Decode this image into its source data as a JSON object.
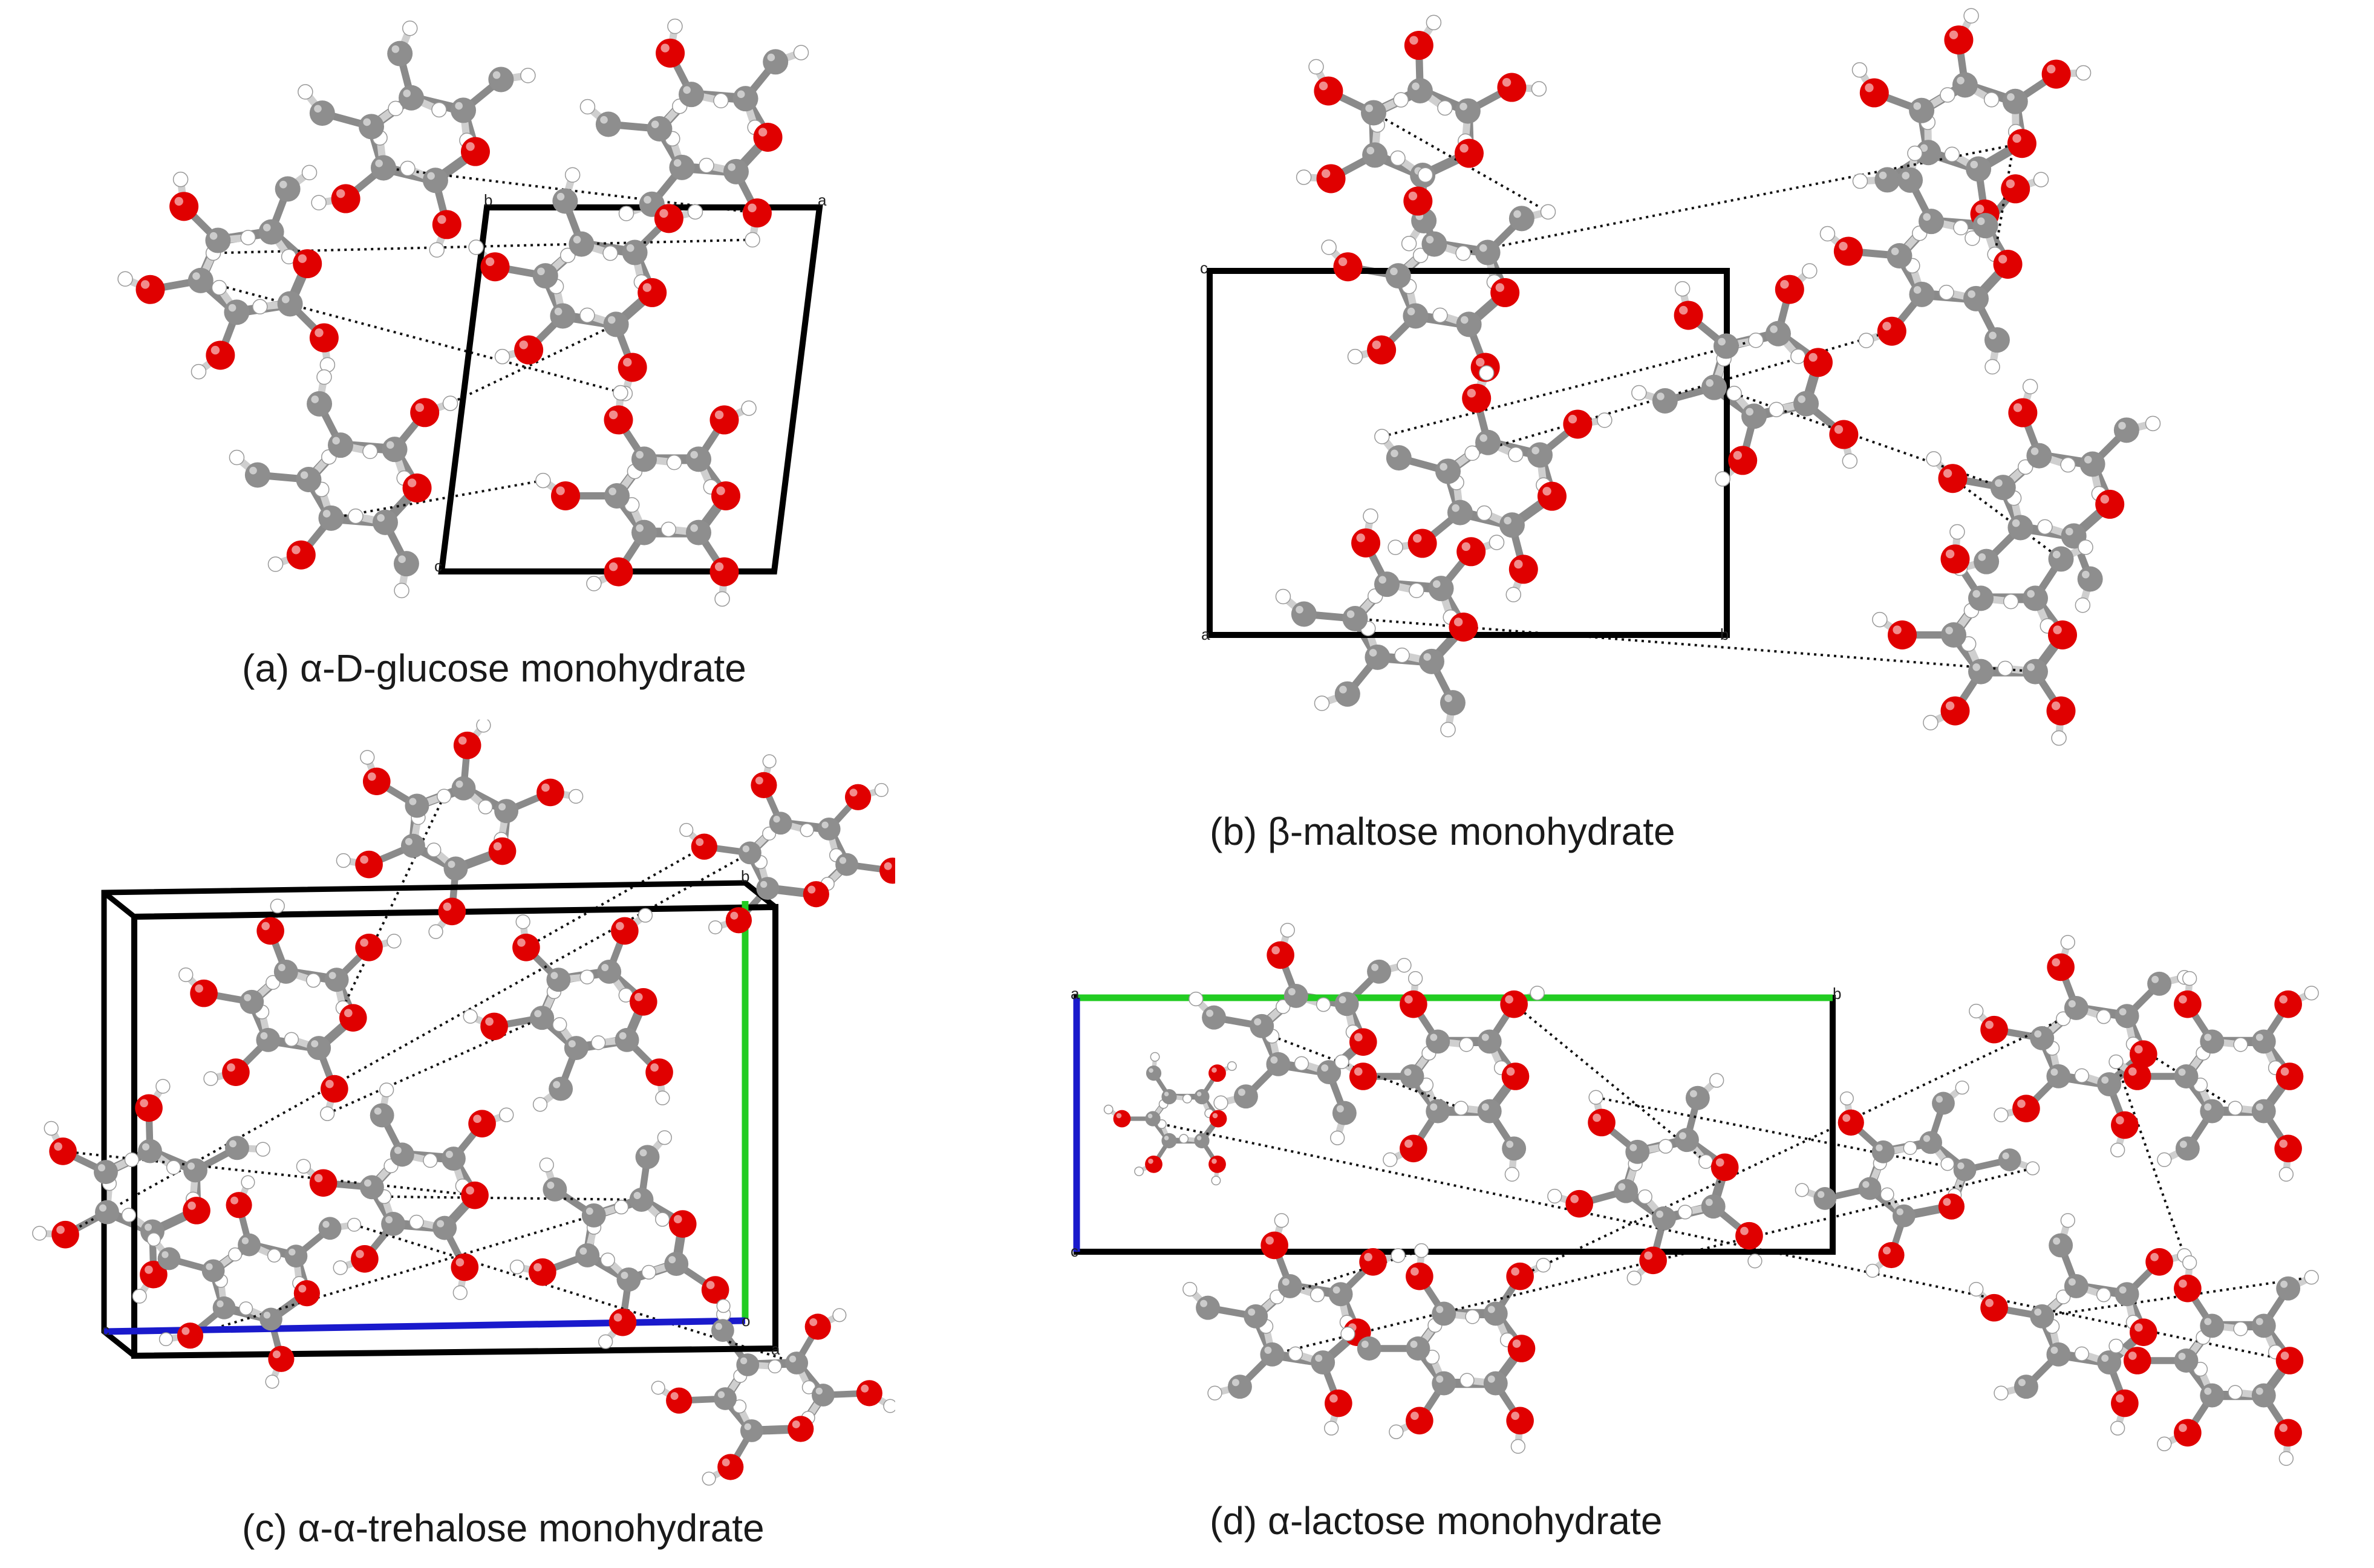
{
  "panels": [
    {
      "id": "a",
      "caption": "(a) α-D-glucose monohydrate",
      "axis_labels": [
        "b",
        "a",
        "c"
      ]
    },
    {
      "id": "b",
      "caption": "(b) β-maltose monohydrate",
      "axis_labels": [
        "c",
        "a",
        "b"
      ]
    },
    {
      "id": "c",
      "caption": "(c) α-α-trehalose monohydrate",
      "axis_labels": [
        "b",
        "c",
        "a",
        "o"
      ]
    },
    {
      "id": "d",
      "caption": "(d) α-lactose monohydrate",
      "axis_labels": [
        "a",
        "b",
        "c"
      ]
    }
  ],
  "colors": {
    "oxygen": "#e00000",
    "carbon": "#8e8e8e",
    "hydrogen": "#ffffff",
    "cell_edge": "#000000",
    "axis_b_green": "#22cc22",
    "axis_c_blue": "#1a1acc"
  }
}
